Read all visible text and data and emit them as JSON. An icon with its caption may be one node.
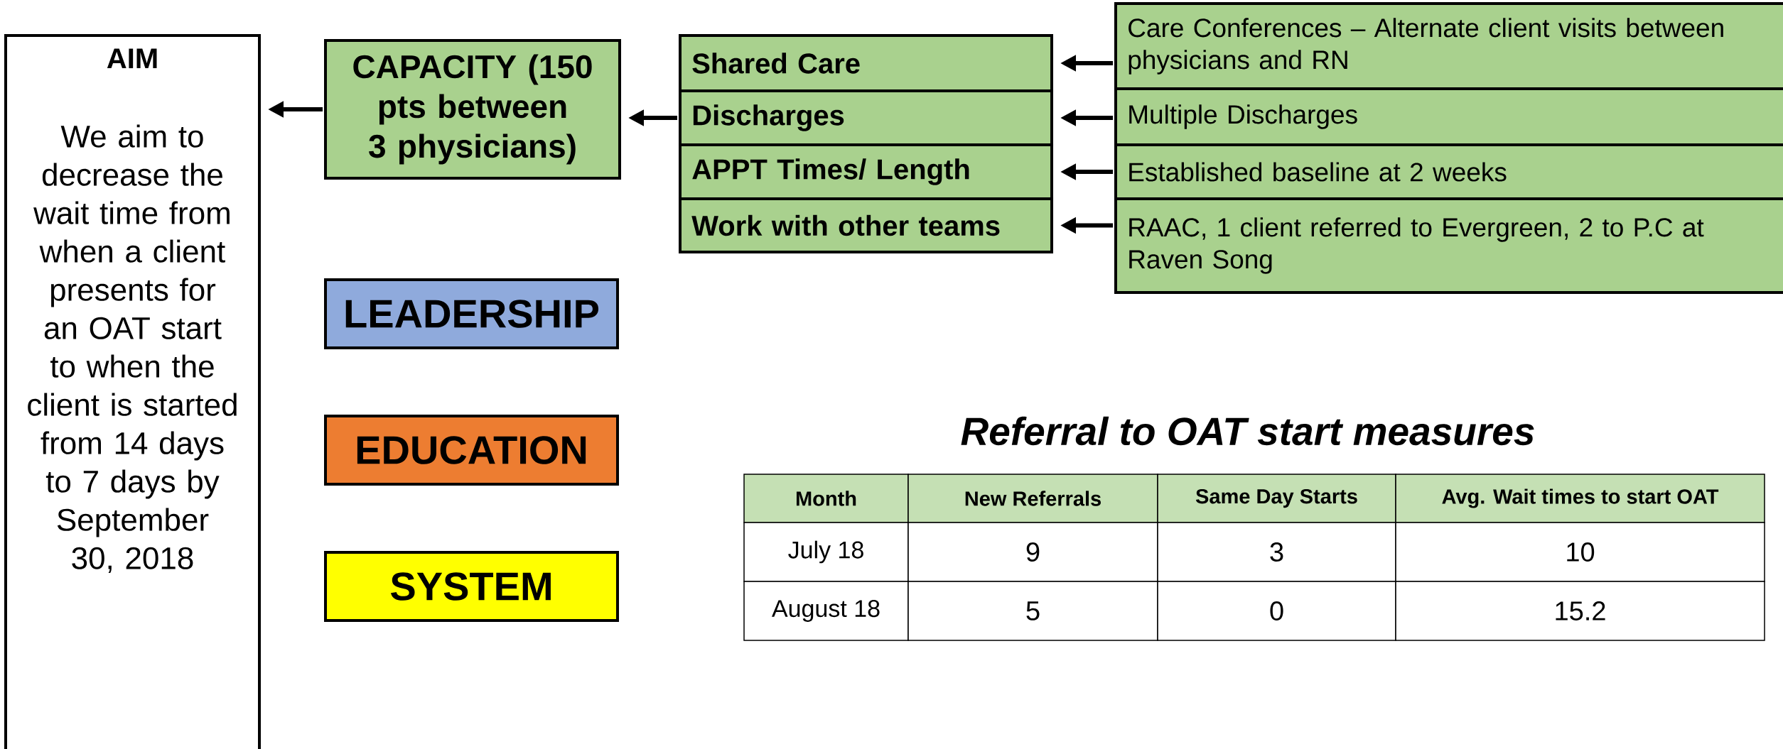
{
  "diagram": {
    "nodes": [
      {
        "text": [
          "AIM",
          "We aim to decrease the wait time from when a client presents for an OAT start to when the client is started from 14 days to 7 days by September 30, 2018"
        ]
      },
      {
        "text": [
          "CAPACITY (150 pts between 3 physicians)"
        ]
      },
      {
        "text": [
          "Shared Care"
        ]
      },
      {
        "text": [
          "Discharges"
        ]
      },
      {
        "text": [
          "APPT Times/ Length"
        ]
      },
      {
        "text": [
          "Work with other teams"
        ]
      },
      {
        "text": [
          "Care Conferences – Alternate client visits between physicians and RN"
        ]
      },
      {
        "text": [
          "Multiple Discharges"
        ]
      },
      {
        "text": [
          "Established baseline at 2 weeks"
        ]
      },
      {
        "text": [
          "RAAC, 1 client referred to Evergreen, 2 to P.C at Raven Song"
        ]
      },
      {
        "text": [
          "LEADERSHIP"
        ]
      },
      {
        "text": [
          "EDUCATION"
        ]
      },
      {
        "text": [
          "SYSTEM"
        ]
      }
    ],
    "edges": [
      {
        "from": 1,
        "to": 0,
        "arrow": "to"
      },
      {
        "from": 3,
        "to": 1,
        "arrow": "to"
      },
      {
        "from": 6,
        "to": 2,
        "arrow": "to"
      },
      {
        "from": 7,
        "to": 3,
        "arrow": "to"
      },
      {
        "from": 8,
        "to": 4,
        "arrow": "to"
      },
      {
        "from": 9,
        "to": 5,
        "arrow": "to"
      }
    ],
    "labels": [
      "Referral to OAT start measures",
      "Month",
      "New Referrals",
      "Same Day Starts",
      "Avg. Wait times to start OAT",
      "July 18",
      "9",
      "3",
      "10",
      "August 18",
      "5",
      "0",
      "15.2"
    ]
  }
}
